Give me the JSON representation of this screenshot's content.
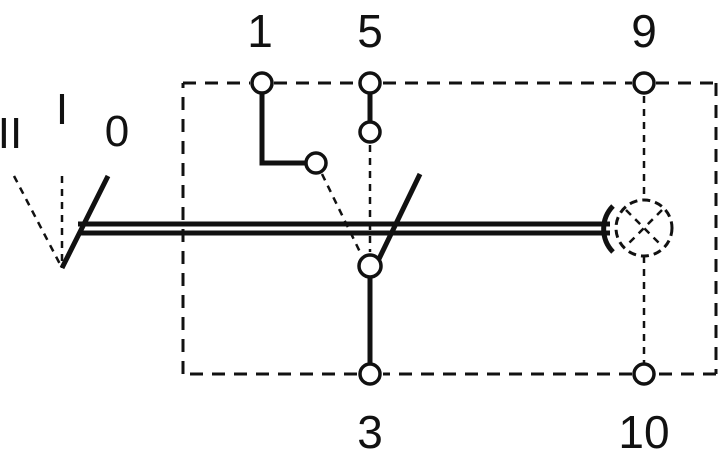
{
  "terminals": {
    "t1": "1",
    "t5": "5",
    "t9": "9",
    "t3": "3",
    "t10": "10"
  },
  "switch_positions": {
    "pos_2": "II",
    "pos_1": "I",
    "pos_0": "0"
  },
  "icons": [
    "lamp-icon"
  ],
  "colors": {
    "line": "#111111",
    "background": "#ffffff"
  }
}
